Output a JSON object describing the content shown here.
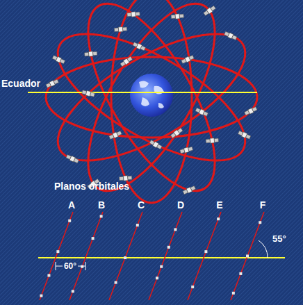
{
  "diagram": {
    "labels": [
      "Ecuador",
      "Planos orbitales",
      "A",
      "B",
      "C",
      "D",
      "E",
      "F",
      "60°",
      "55°"
    ]
  }
}
